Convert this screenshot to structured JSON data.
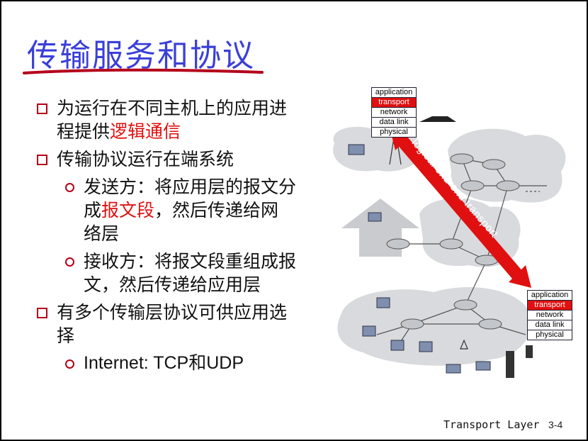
{
  "slide": {
    "title": "传输服务和协议",
    "bullets": [
      {
        "text_a": "为运行在不同主机上的应用进程提供",
        "text_red": "逻辑通信",
        "text_b": ""
      },
      {
        "text": "传输协议运行在端系统"
      },
      {
        "text_a": "发送方：将应用层的报文分成",
        "text_red": "报文段",
        "text_b": "，然后传递给网络层"
      },
      {
        "text": "接收方：将报文段重组成报文，然后传递给应用层"
      },
      {
        "text": "有多个传输层协议可供应用选择"
      },
      {
        "text": "Internet: TCP和UDP"
      }
    ],
    "footer": {
      "label": "Transport Layer",
      "page": "3-4"
    }
  },
  "diagram": {
    "stack_left": [
      "application",
      "transport",
      "network",
      "data link",
      "physical"
    ],
    "stack_right": [
      "application",
      "transport",
      "network",
      "data link",
      "physical"
    ],
    "arrow_label": "logical end-end transport",
    "colors": {
      "accent_red": "#e01010",
      "title_blue": "#3a3fd8",
      "bullet_red": "#b4001a"
    }
  }
}
